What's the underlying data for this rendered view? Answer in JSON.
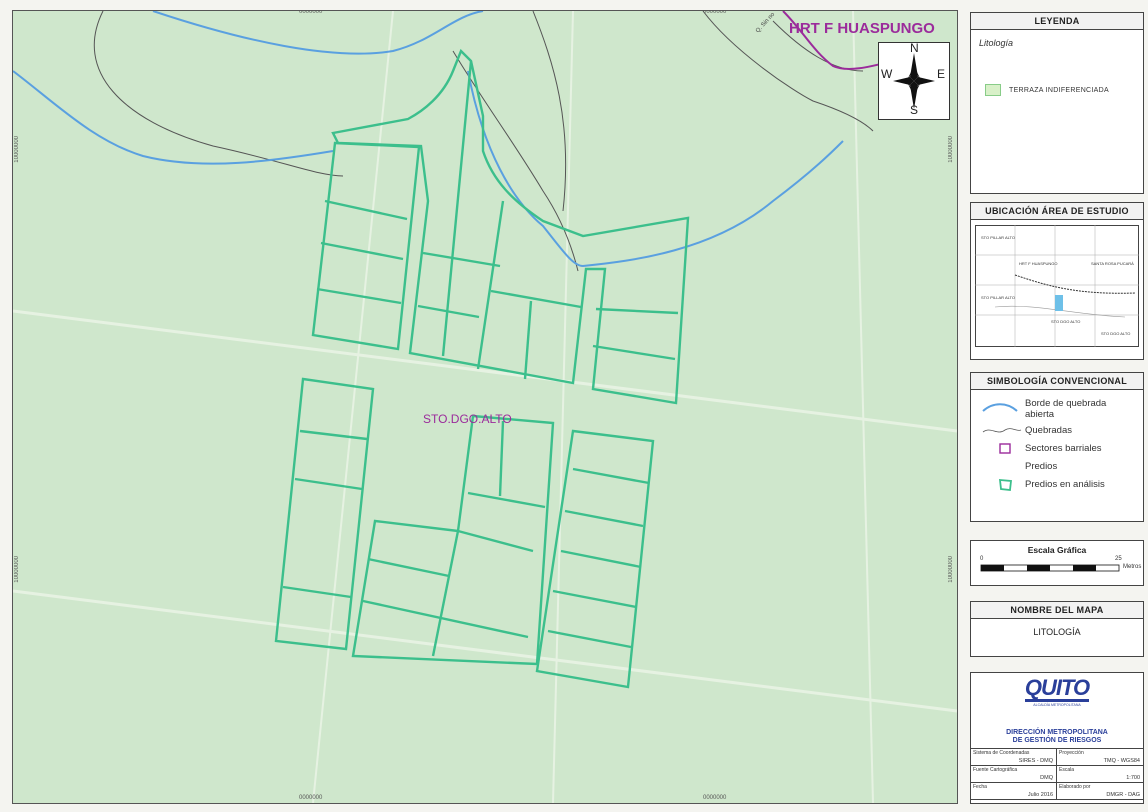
{
  "map": {
    "label_hrt": "HRT F HUASPUNGO",
    "label_sto": "STO.DGO.ALTO",
    "label_quebrada": "Q. Sin no",
    "coord_top_left": "0000000",
    "coord_top_right": "0000000",
    "coord_bottom_left": "0000000",
    "coord_bottom_right": "0000000",
    "coord_left_top": "10000000",
    "coord_left_bottom": "10000000",
    "coord_right_top": "10000000",
    "coord_right_bottom": "10000000",
    "background_color": "#cfe7cc",
    "river_color": "#5aa0e0",
    "parcel_color": "#3cbf8c",
    "sector_color": "#9b2b9b"
  },
  "north_arrow": {
    "n": "N",
    "s": "S",
    "e": "E",
    "w": "W"
  },
  "legend": {
    "title": "LEYENDA",
    "subtitle": "Litología",
    "item": "TERRAZA INDIFERENCIADA",
    "swatch_color": "#d8f0c8"
  },
  "location": {
    "title": "UBICACIÓN ÁREA DE ESTUDIO",
    "labels": [
      "STO PILLAR ALTO",
      "HRT F HUASPUNGO",
      "SANTA ROSA PUCARÁ",
      "STO PILLAR ALTO",
      "STO DGO ALTO",
      "STO DGO ALTO"
    ]
  },
  "symbology": {
    "title": "SIMBOLOGÍA CONVENCIONAL",
    "items": [
      "Borde de quebrada abierta",
      "Quebradas",
      "Sectores barriales",
      "Predios",
      "Predios en análisis"
    ]
  },
  "scale": {
    "title": "Escala Gráfica",
    "start": "0",
    "end": "25",
    "unit": "Metros"
  },
  "map_name": {
    "title": "NOMBRE DEL MAPA",
    "value": "LITOLOGÍA"
  },
  "institution": {
    "logo": "QUITO",
    "logo_sub": "ALCALDÍA METROPOLITANA",
    "line1": "DIRECCIÓN METROPOLITANA",
    "line2": "DE GESTIÓN DE RIESGOS",
    "cells": [
      {
        "k": "Sistema de Coordenadas",
        "v": "SIRES - DMQ"
      },
      {
        "k": "Proyección",
        "v": "TMQ - WGS84"
      },
      {
        "k": "Fuente Cartográfica",
        "v": "DMQ"
      },
      {
        "k": "Escala",
        "v": "1:700"
      },
      {
        "k": "Fecha",
        "v": "Julio 2016"
      },
      {
        "k": "Elaborado por",
        "v": "DMGR - DAG"
      }
    ]
  }
}
